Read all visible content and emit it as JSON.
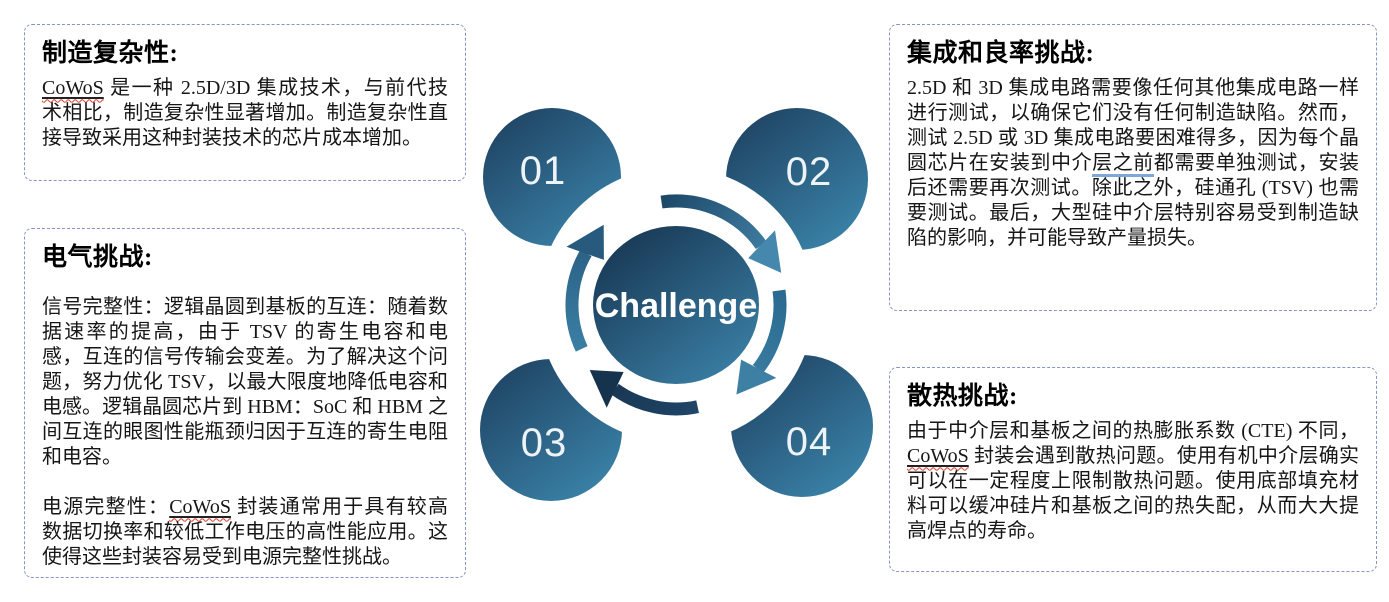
{
  "diagram": {
    "center_label": "Challenge",
    "nodes": [
      "01",
      "02",
      "03",
      "04"
    ]
  },
  "boxes": {
    "manufacturing": {
      "title": "制造复杂性:",
      "paragraphs": [
        [
          {
            "t": "CoWoS",
            "u": true,
            "spell": true
          },
          {
            "t": " 是一种 2.5D/3D 集成技术，与前代技术相比，制造复杂性显著增加。制造复杂性直接导致采用这种封装技术的芯片成本增加。"
          }
        ]
      ]
    },
    "electrical": {
      "title": "电气挑战:",
      "paragraphs": [
        [
          {
            "t": "信号完整性：逻辑晶圆到基板的互连：随着数据速率的提高，由于 TSV 的寄生电容和电感，互连的信号传输会变差。为了解决这个问题，努力优化 TSV，以最大限度地降低电容和电感。逻辑晶圆芯片到 HBM：SoC 和 HBM 之间互连的眼图性能瓶颈归因于互连的寄生电阻和电容。"
          }
        ],
        [
          {
            "t": "电源完整性："
          },
          {
            "t": "CoWoS",
            "u": true,
            "spell": true
          },
          {
            "t": " 封装通常用于具有较高数据切换率和较低工作电压的高性能应用。这使得这些封装容易受到电源完整性挑战。"
          }
        ]
      ]
    },
    "integration": {
      "title": "集成和良率挑战:",
      "paragraphs": [
        [
          {
            "t": "2.5D 和 3D 集成电路需要像任何其他集成电路一样进行测试，以确保它们没有任何制造缺陷。然而，测试 2.5D 或 3D 集成电路要困难得多，因为每个晶圆芯片在安装到中介"
          },
          {
            "t": "层之前",
            "blue": true
          },
          {
            "t": "都需要单独测试，安装后还需要再次测试。除此之外，硅通孔 (TSV) 也需要测试。最后，大型硅中介层特别容易受到制造缺陷的影响，并可能导致产量损失。"
          }
        ]
      ]
    },
    "thermal": {
      "title": "散热挑战:",
      "paragraphs": [
        [
          {
            "t": "由于中介层和基板之间的热膨胀系数 (CTE) 不同，"
          },
          {
            "t": "CoWoS",
            "u": true,
            "spell": true
          },
          {
            "t": " 封装会遇到散热问题。使用有机中介层确实可以在一定程度上限制散热问题。使用底部填充材料可以缓冲硅片和基板之间的热失配，从而大大提高焊点的寿命。"
          }
        ]
      ]
    }
  },
  "colors": {
    "node_gradient_dark": "#1c3d5c",
    "node_gradient_light": "#3a82a8",
    "center_gradient_dark": "#16344f",
    "center_gradient_light": "#3c83aa",
    "dashed_border": "#8494c6",
    "spellcheck_underline": "#e03a2a",
    "grammar_underline": "#7fa8d9",
    "label_text": "#ffffff"
  }
}
